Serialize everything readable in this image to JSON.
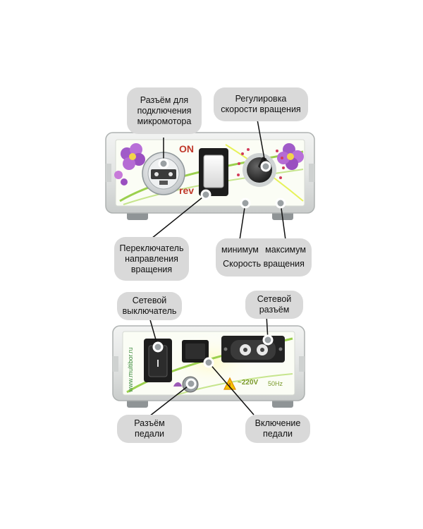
{
  "front": {
    "callouts": {
      "connector": "Разъём для\nподключения\nмикромотора",
      "speed_control": "Регулировка\nскорости вращения",
      "direction_switch": "Переключатель\nнаправления\nвращения",
      "min_label": "минимум",
      "max_label": "максимум",
      "speed_label": "Скорость вращения"
    },
    "device": {
      "on_label": "ON",
      "rev_label": "rev"
    }
  },
  "back": {
    "callouts": {
      "power_switch": "Сетевой\nвыключатель",
      "power_socket": "Сетевой\nразъём",
      "pedal_socket": "Разъём\nпедали",
      "pedal_switch": "Включение\nпедали"
    },
    "device": {
      "brand": "www.multibor.ru",
      "voltage": "~220V",
      "frequency": "50Hz"
    }
  },
  "colors": {
    "case": "#e6e8e6",
    "case_edge": "#b8bcbb",
    "bubble": "#d9d9d9",
    "accent_red": "#c0392b",
    "accent_green": "#7bbf3a",
    "flower_purple": "#8e44ad",
    "warning_yellow": "#f5c400"
  }
}
